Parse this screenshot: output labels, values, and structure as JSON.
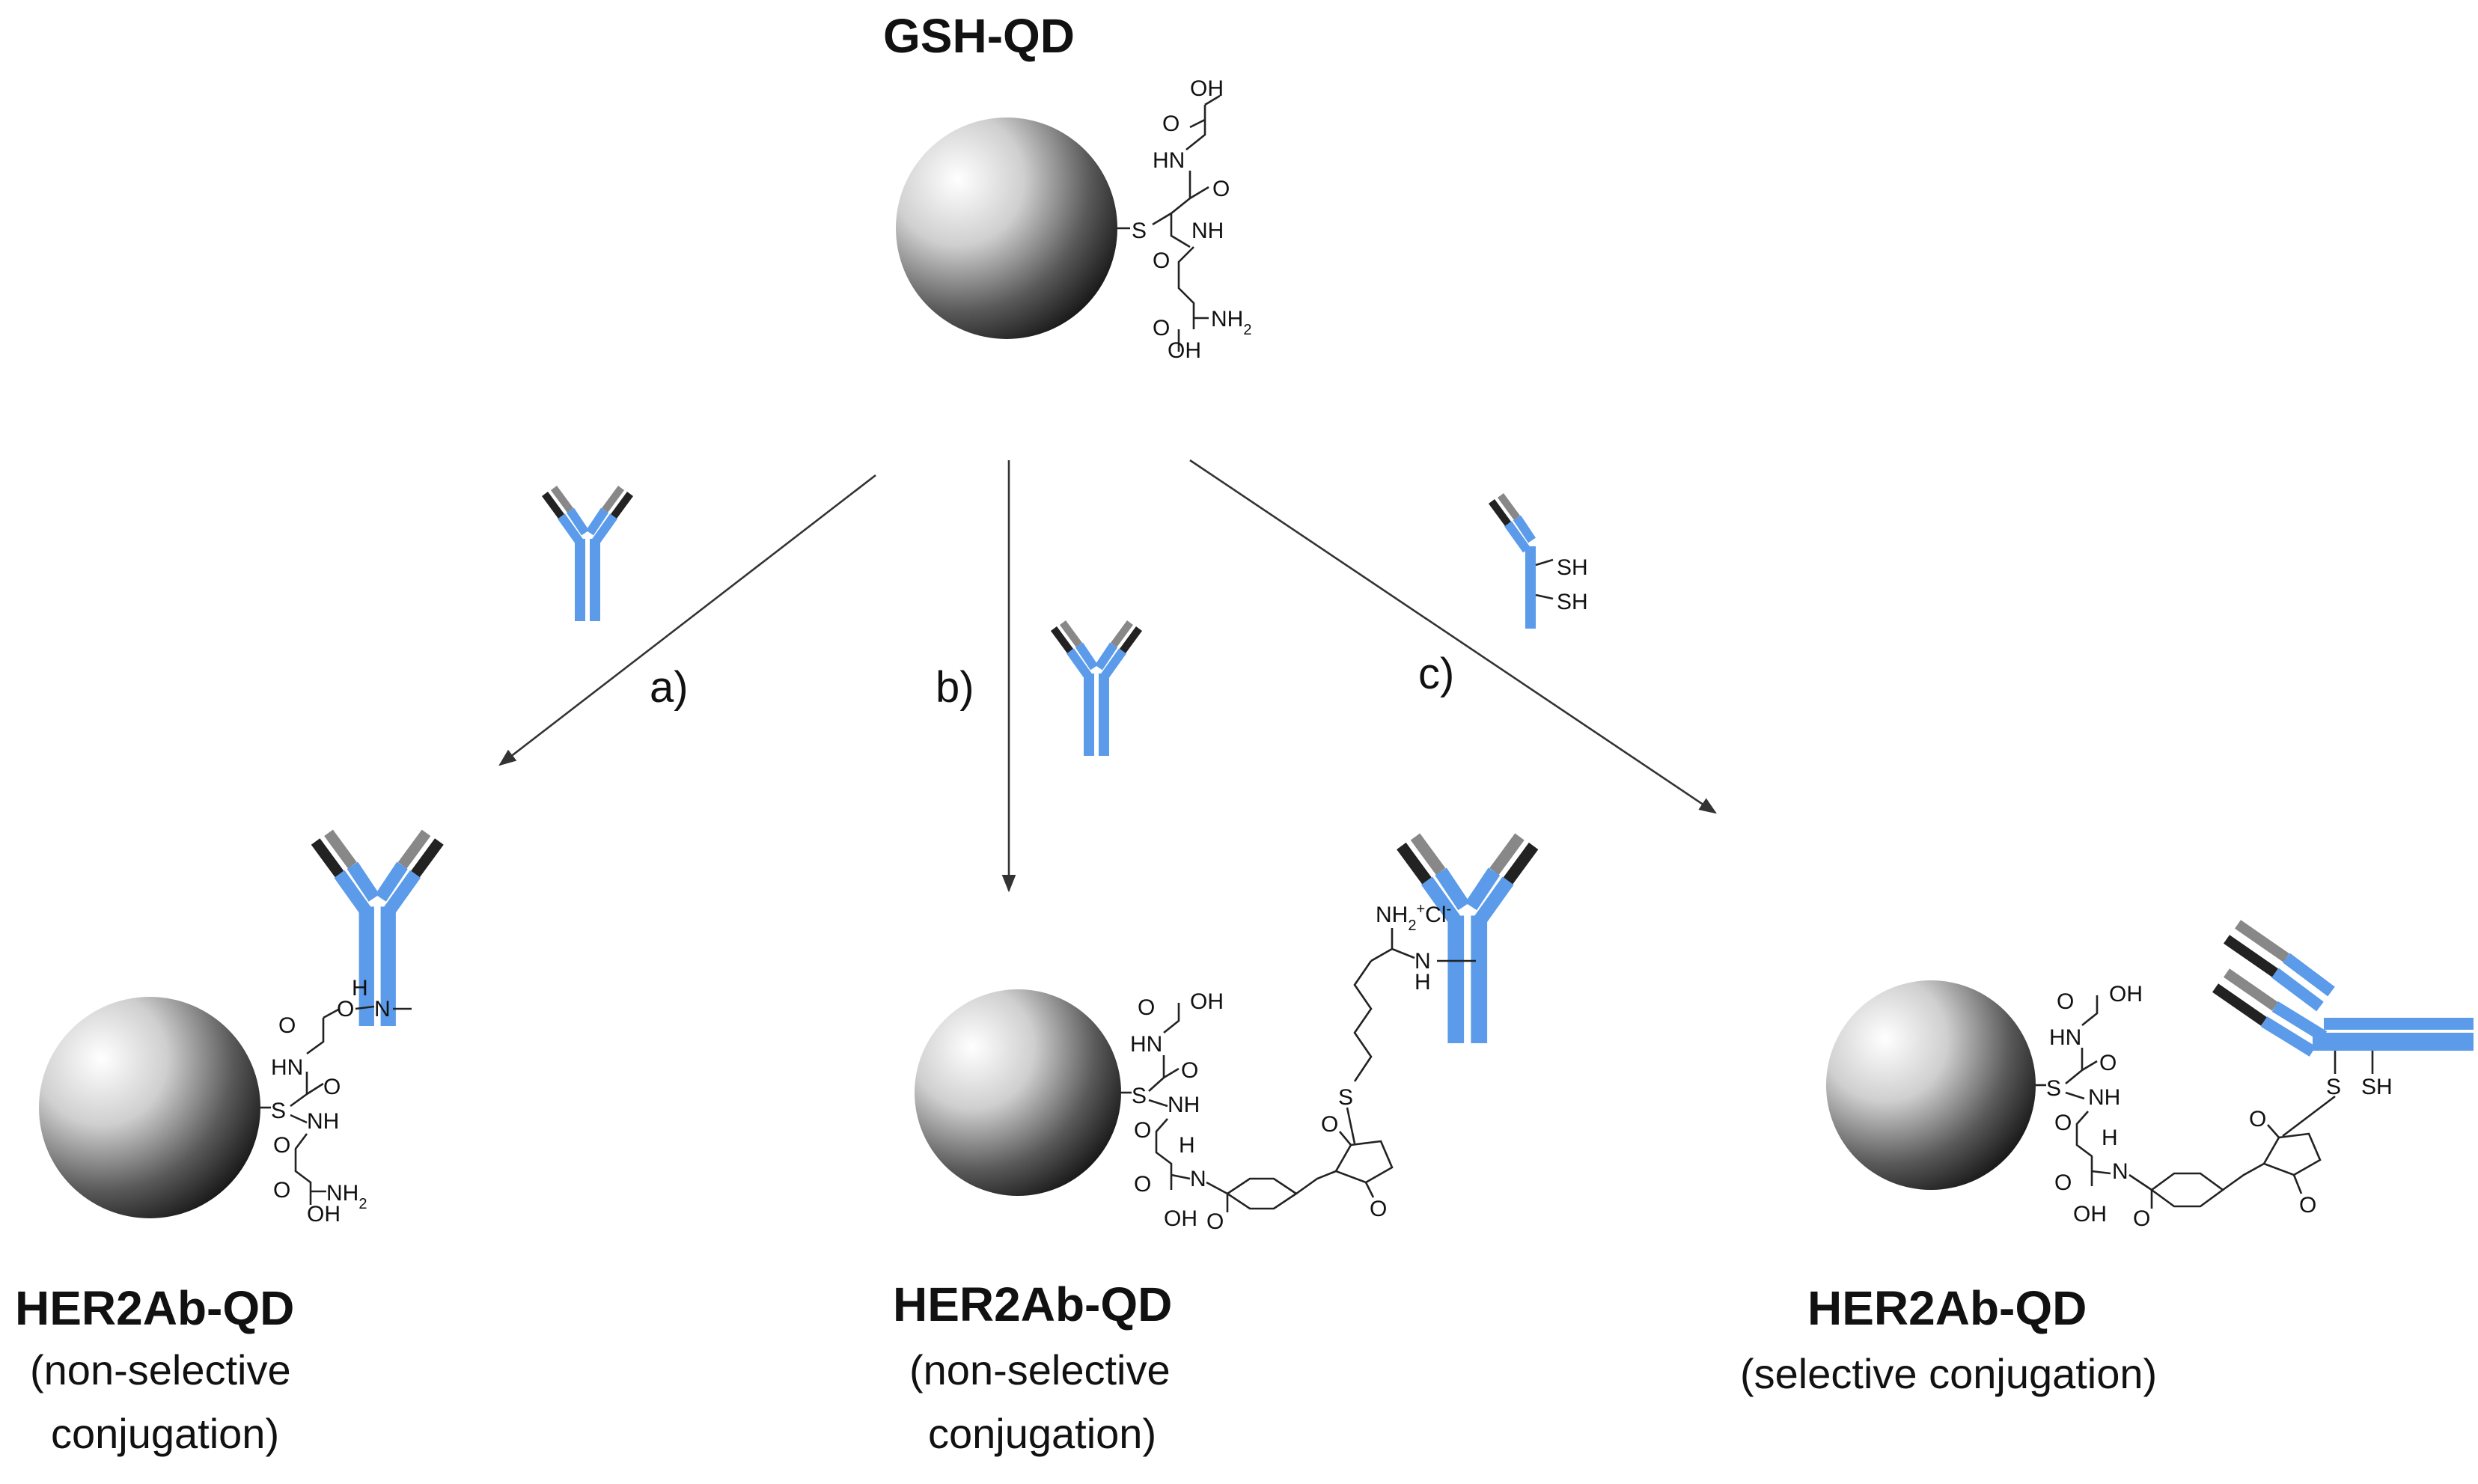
{
  "top": {
    "title": "GSH-QD"
  },
  "steps": {
    "a": "a)",
    "b": "b)",
    "c": "c)"
  },
  "products": [
    {
      "title": "HER2Ab-QD",
      "line1": "(non-selective",
      "line2": "conjugation)"
    },
    {
      "title": "HER2Ab-QD",
      "line1": "(non-selective",
      "line2": "conjugation)"
    },
    {
      "title": "HER2Ab-QD",
      "line1": "(selective conjugation)"
    }
  ],
  "chem": {
    "OH": "OH",
    "HN": "HN",
    "NH": "NH",
    "O": "O",
    "S": "S",
    "NH2": "NH",
    "sub2": "2",
    "SH": "SH",
    "N": "N",
    "H": "H",
    "Cl": "Cl",
    "plus": "+",
    "minus": "-"
  },
  "colors": {
    "antibody": "#5b9bea",
    "qd_dark": "#0d0d0d",
    "qd_light": "#ffffff"
  }
}
